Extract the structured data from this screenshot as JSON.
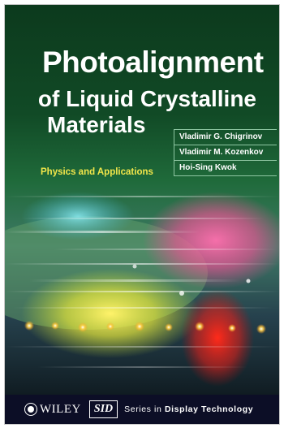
{
  "cover": {
    "title_line1": "Photoalignment",
    "title_line2": "of Liquid Crystalline",
    "title_line3": "Materials",
    "subtitle": "Physics and Applications",
    "authors": [
      {
        "name": "Vladimir G. Chigrinov"
      },
      {
        "name": "Vladimir M. Kozenkov"
      },
      {
        "name": "Hoi-Sing Kwok"
      }
    ]
  },
  "footer": {
    "publisher": "WILEY",
    "partner": "SID",
    "series_prefix": "Series in ",
    "series_name": "Display Technology"
  },
  "colors": {
    "cover_green": "#0f3d1c",
    "subtitle_yellow": "#f2e64a",
    "footer_navy": "#0c0e26"
  },
  "icons": [
    "wiley-logo-icon"
  ]
}
